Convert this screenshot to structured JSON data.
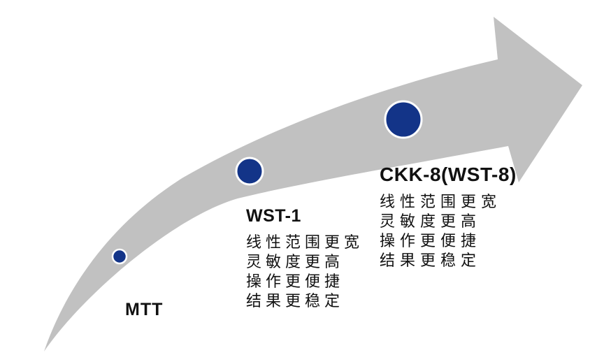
{
  "diagram": {
    "type": "growth-arrow-timeline",
    "colors": {
      "arrow": "#c1c1c1",
      "dot_fill": "#133488",
      "dot_ring": "#ffffff",
      "text": "#111111",
      "background": "#ffffff"
    },
    "stages": [
      {
        "name": "MTT",
        "dot_size": "small",
        "features": []
      },
      {
        "name": "WST-1",
        "dot_size": "medium",
        "features": [
          "线性范围更宽",
          "灵敏度更高",
          "操作更便捷",
          "结果更稳定"
        ]
      },
      {
        "name": "CKK-8(WST-8)",
        "dot_size": "large",
        "features": [
          "线性范围更宽",
          "灵敏度更高",
          "操作更便捷",
          "结果更稳定"
        ]
      }
    ]
  }
}
